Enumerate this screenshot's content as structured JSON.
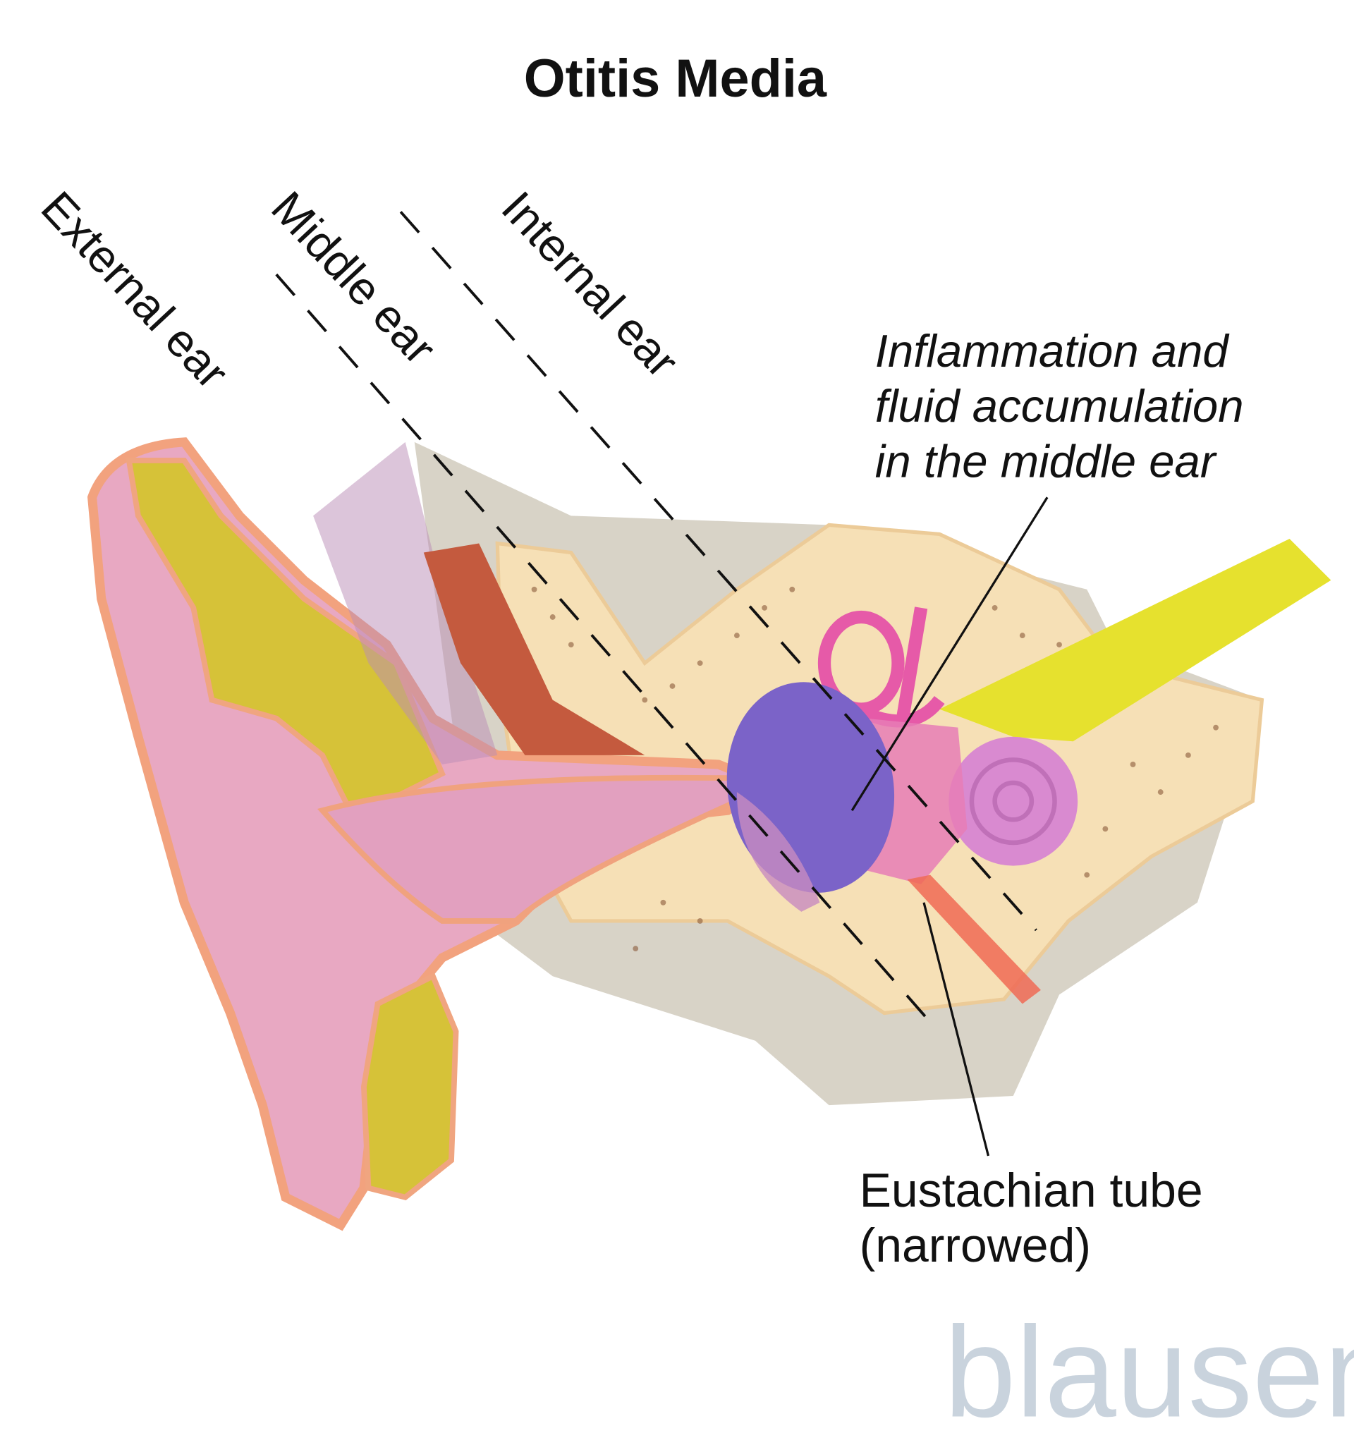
{
  "title": "Otitis Media",
  "region_labels": {
    "external": "External ear",
    "middle": "Middle ear",
    "internal": "Internal ear"
  },
  "callouts": {
    "inflammation": [
      "Inflammation and",
      "fluid accumulation",
      "in the middle ear"
    ],
    "eustachian": [
      "Eustachian tube",
      "(narrowed)"
    ]
  },
  "logo": "blausen",
  "colors": {
    "skin": "#e9a9c0",
    "cartilage": "#d8c43a",
    "bone": "#f5dfb5",
    "skull": "#d6d2c6",
    "fluid": "#7b63c8",
    "cochlea": "#d98ad0",
    "nerve": "#e4e030",
    "muscle": "#c2553a",
    "logo": "#c9d3dd"
  }
}
